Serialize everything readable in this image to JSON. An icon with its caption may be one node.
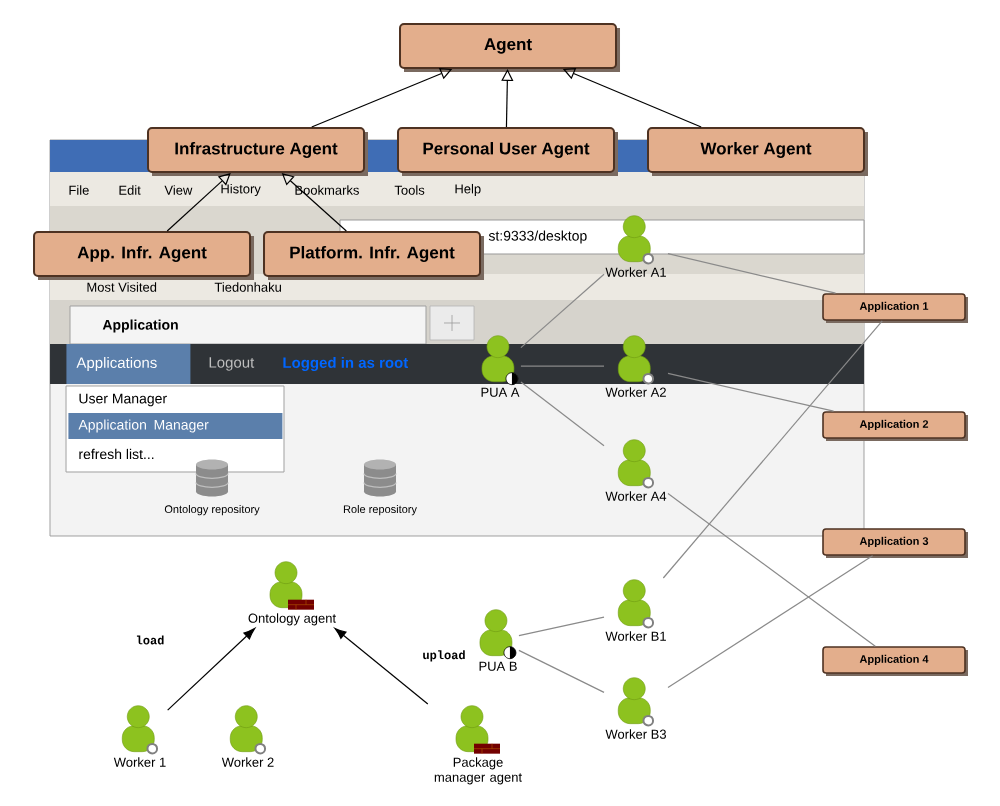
{
  "diagram": {
    "nodes": [
      {
        "text": [
          "Agent"
        ]
      },
      {
        "text": [
          "Infrastructure Agent"
        ]
      },
      {
        "text": [
          "Personal User Agent"
        ]
      },
      {
        "text": [
          "Worker Agent"
        ]
      },
      {
        "text": [
          "App. Infr. Agent"
        ]
      },
      {
        "text": [
          "Platform. Infr. Agent"
        ]
      },
      {
        "text": [
          "Worker A1"
        ]
      },
      {
        "text": [
          "PUA A"
        ]
      },
      {
        "text": [
          "Worker A2"
        ]
      },
      {
        "text": [
          "Worker A4"
        ]
      },
      {
        "text": [
          "Application 1"
        ]
      },
      {
        "text": [
          "Application 2"
        ]
      },
      {
        "text": [
          "Application 3"
        ]
      },
      {
        "text": [
          "Application 4"
        ]
      },
      {
        "text": [
          "Ontology agent"
        ]
      },
      {
        "text": [
          "PUA B"
        ]
      },
      {
        "text": [
          "Worker B1"
        ]
      },
      {
        "text": [
          "Worker B3"
        ]
      },
      {
        "text": [
          "Worker 1"
        ]
      },
      {
        "text": [
          "Worker 2"
        ]
      },
      {
        "text": [
          "Package manager agent"
        ]
      },
      {
        "text": [
          "Ontology repository"
        ]
      },
      {
        "text": [
          "Role repository"
        ]
      }
    ],
    "edges": [
      {
        "from": 1,
        "to": 0,
        "arrow": "to",
        "color": "#000000"
      },
      {
        "from": 2,
        "to": 0,
        "arrow": "to",
        "color": "#000000"
      },
      {
        "from": 3,
        "to": 0,
        "arrow": "to",
        "color": "#000000"
      },
      {
        "from": 4,
        "to": 1,
        "arrow": "to",
        "color": "#000000"
      },
      {
        "from": 5,
        "to": 1,
        "arrow": "to",
        "color": "#000000"
      },
      {
        "from": 6,
        "to": 10,
        "arrow": "none"
      },
      {
        "from": 7,
        "to": 6,
        "arrow": "none"
      },
      {
        "from": 7,
        "to": 8,
        "arrow": "none"
      },
      {
        "from": 7,
        "to": 9,
        "arrow": "none"
      },
      {
        "from": 8,
        "to": 11,
        "arrow": "none"
      },
      {
        "from": 10,
        "to": 16,
        "arrow": "none"
      },
      {
        "from": 9,
        "to": 13,
        "arrow": "none"
      },
      {
        "from": 17,
        "to": 12,
        "arrow": "none"
      },
      {
        "from": 15,
        "to": 16,
        "arrow": "none"
      },
      {
        "from": 15,
        "to": 17,
        "arrow": "none"
      },
      {
        "from": 18,
        "to": 14,
        "arrow": "to",
        "label": "load",
        "color": "#000000"
      },
      {
        "from": 20,
        "to": 14,
        "arrow": "to",
        "label": "upload",
        "color": "#000000"
      }
    ],
    "labels": [
      "File",
      "Edit",
      "View",
      "History",
      "Bookmarks",
      "Tools",
      "Help",
      "st:9333/desktop",
      "Most Visited",
      "Tiedonhaku",
      "Application",
      "Applications",
      "Logout",
      "Logged in as root",
      "User Manager",
      "Application Manager",
      "refresh list..."
    ]
  }
}
